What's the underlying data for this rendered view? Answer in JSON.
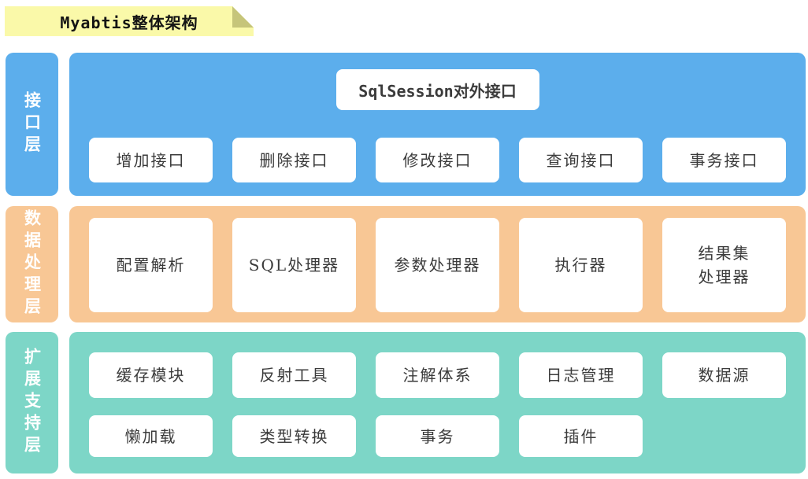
{
  "title": {
    "text": "Myabtis整体架构"
  },
  "colors": {
    "interface_layer": "#5caeec",
    "data_layer": "#f8c795",
    "extension_layer": "#7dd6c7",
    "banner_bg": "#faf9a9",
    "banner_fold": "#c6c57a",
    "box_bg": "#ffffff",
    "box_text": "#3b3b3b",
    "layer_label_text": "#ffffff"
  },
  "layers": [
    {
      "label": "接口层",
      "top_box": "SqlSession对外接口",
      "rows": [
        [
          "增加接口",
          "删除接口",
          "修改接口",
          "查询接口",
          "事务接口"
        ]
      ]
    },
    {
      "label": "数据处理层",
      "rows": [
        [
          "配置解析",
          "SQL处理器",
          "参数处理器",
          "执行器",
          "结果集\n处理器"
        ]
      ]
    },
    {
      "label": "扩展支持层",
      "rows": [
        [
          "缓存模块",
          "反射工具",
          "注解体系",
          "日志管理",
          "数据源"
        ],
        [
          "懒加载",
          "类型转换",
          "事务",
          "插件"
        ]
      ]
    }
  ]
}
